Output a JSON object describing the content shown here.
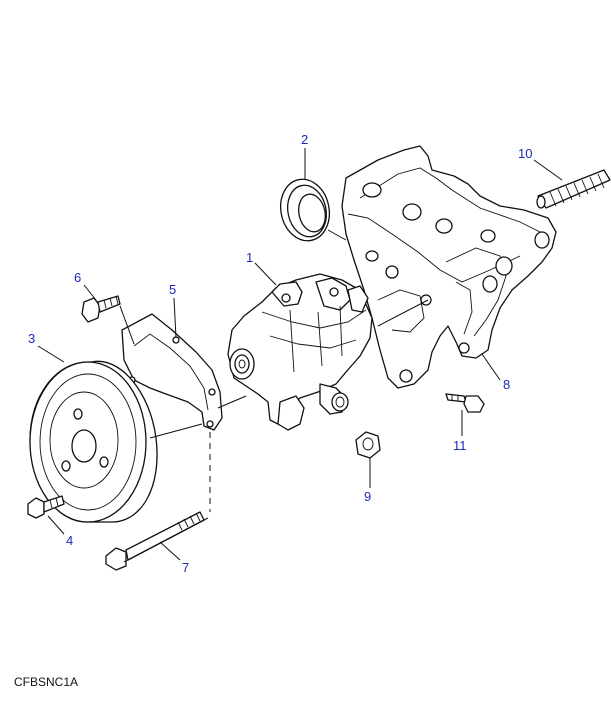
{
  "figure_code": "CFBSNC1A",
  "callouts": [
    {
      "id": "1",
      "label": "1",
      "part": "power-steering-pump"
    },
    {
      "id": "2",
      "label": "2",
      "part": "pulley-seal-ring"
    },
    {
      "id": "3",
      "label": "3",
      "part": "pulley"
    },
    {
      "id": "4",
      "label": "4",
      "part": "pulley-bolt"
    },
    {
      "id": "5",
      "label": "5",
      "part": "gasket-plate"
    },
    {
      "id": "6",
      "label": "6",
      "part": "bolt"
    },
    {
      "id": "7",
      "label": "7",
      "part": "long-bolt"
    },
    {
      "id": "8",
      "label": "8",
      "part": "mounting-bracket"
    },
    {
      "id": "9",
      "label": "9",
      "part": "nut"
    },
    {
      "id": "10",
      "label": "10",
      "part": "stud"
    },
    {
      "id": "11",
      "label": "11",
      "part": "bracket-bolt"
    }
  ],
  "colors": {
    "callout_text": "#1b2bb8",
    "line": "#111111",
    "background": "#ffffff"
  }
}
